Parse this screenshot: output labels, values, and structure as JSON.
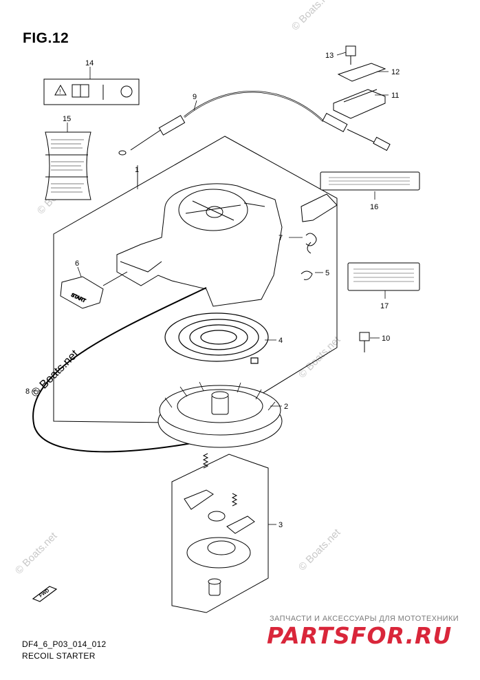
{
  "figure": {
    "title": "FIG.12",
    "code": "DF4_6_P03_014_012",
    "caption": "RECOIL STARTER"
  },
  "callouts": [
    "1",
    "2",
    "3",
    "4",
    "5",
    "6",
    "7",
    "8",
    "9",
    "10",
    "11",
    "12",
    "13",
    "14",
    "15",
    "16",
    "17"
  ],
  "watermark": {
    "text": "© Boats.net",
    "color": "#c8c8c8"
  },
  "shop": {
    "tagline": "ЗАПЧАСТИ И АКСЕССУАРЫ ДЛЯ МОТОТЕХНИКИ",
    "logo": "PARTSFOR.RU",
    "logo_color": "#d9263a"
  },
  "fwd_mark": "FWD",
  "rope_handle_text": "START"
}
